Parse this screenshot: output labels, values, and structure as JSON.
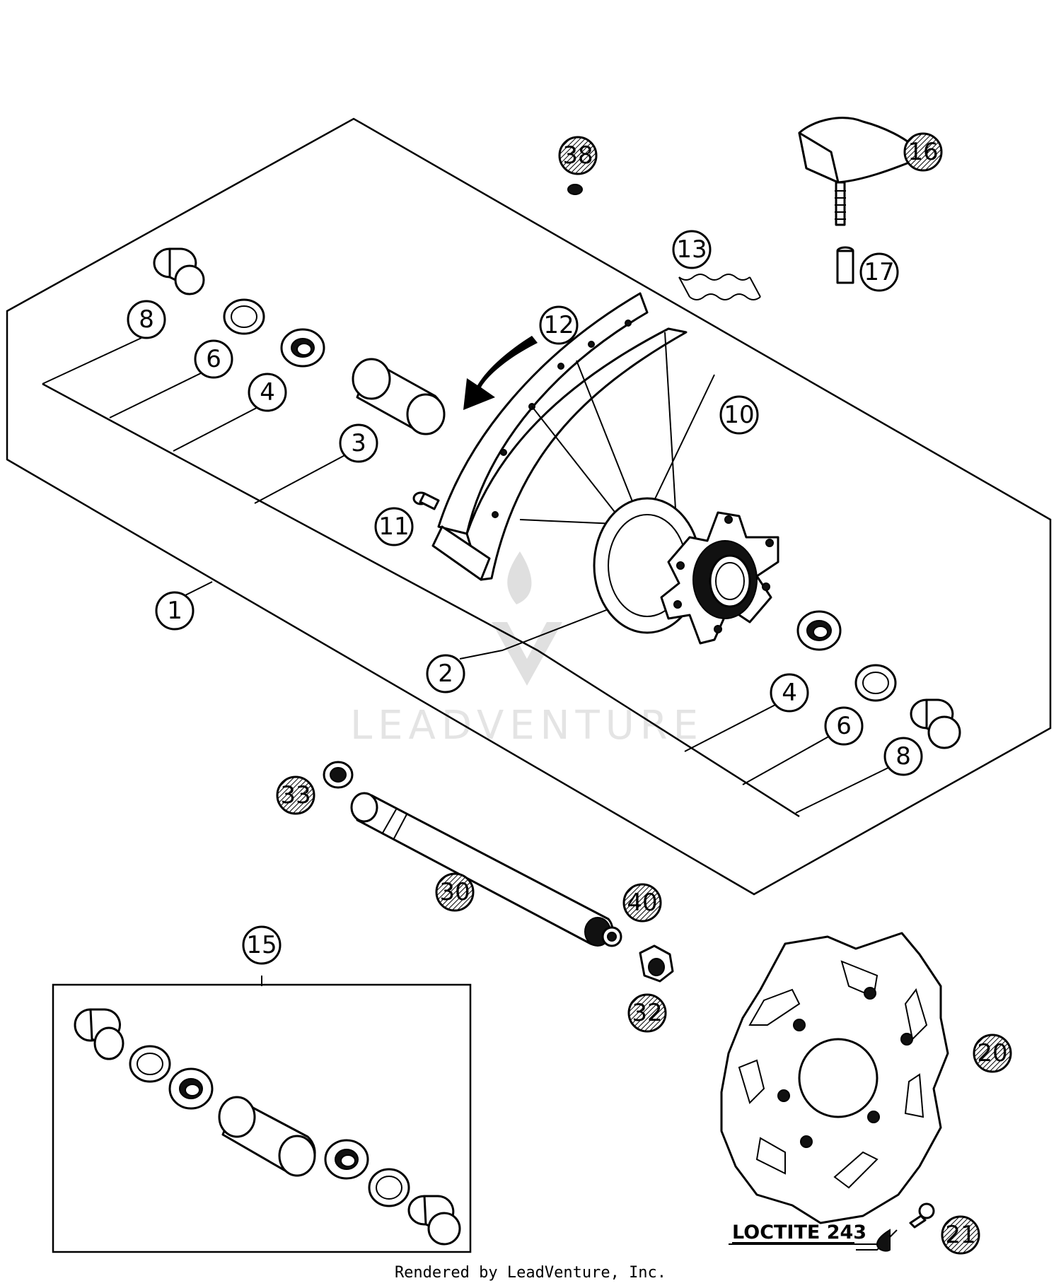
{
  "watermark": "LEADVENTURE",
  "callouts": [
    {
      "label": "1",
      "hatched": false
    },
    {
      "label": "2",
      "hatched": false
    },
    {
      "label": "3",
      "hatched": false
    },
    {
      "label": "4",
      "hatched": false
    },
    {
      "label": "6",
      "hatched": false
    },
    {
      "label": "8",
      "hatched": false
    },
    {
      "label": "4",
      "hatched": false
    },
    {
      "label": "6",
      "hatched": false
    },
    {
      "label": "8",
      "hatched": false
    },
    {
      "label": "10",
      "hatched": false
    },
    {
      "label": "11",
      "hatched": false
    },
    {
      "label": "12",
      "hatched": false
    },
    {
      "label": "13",
      "hatched": false
    },
    {
      "label": "15",
      "hatched": false
    },
    {
      "label": "16",
      "hatched": true
    },
    {
      "label": "17",
      "hatched": false
    },
    {
      "label": "20",
      "hatched": true
    },
    {
      "label": "21",
      "hatched": true
    },
    {
      "label": "30",
      "hatched": true
    },
    {
      "label": "32",
      "hatched": true
    },
    {
      "label": "33",
      "hatched": true
    },
    {
      "label": "38",
      "hatched": true
    },
    {
      "label": "40",
      "hatched": true
    }
  ],
  "loctite_label": "LOCTITE 243",
  "footer": "Rendered by LeadVenture, Inc."
}
